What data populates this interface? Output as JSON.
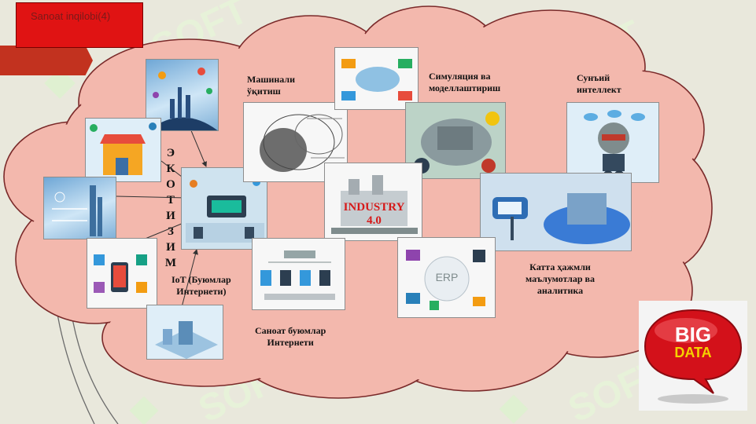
{
  "title": {
    "text": "Sanoat inqilobi(4)"
  },
  "labels": {
    "ecosystem_letters": [
      "Э",
      "К",
      "О",
      "Т",
      "И",
      "З",
      "И",
      "М"
    ],
    "machine_learning": "Машинали\nўқитиш",
    "simulation": "Симуляция ва\nмоделлаштириш",
    "ai": "Сунъий\nинтеллект",
    "iot": "IoT (Буюмлар\nИнтернети)",
    "iiot": "Саноат буюмлар\nИнтернети",
    "bigdata_analytics": "Катта ҳажмли\nмаълумотлар ва\nаналитика",
    "industry_line1": "INDUSTRY",
    "industry_line2": "4.0",
    "erp": "ERP",
    "big": "BIG",
    "data": "DATA"
  },
  "watermark": "SOFT",
  "colors": {
    "cloud_fill": "#f3b8ad",
    "cloud_stroke": "#7a2a2a",
    "title_red": "#e01313",
    "arrow_red": "#c2321f",
    "industry_red": "#d61a1a",
    "bigdata_red": "#d3111a"
  }
}
